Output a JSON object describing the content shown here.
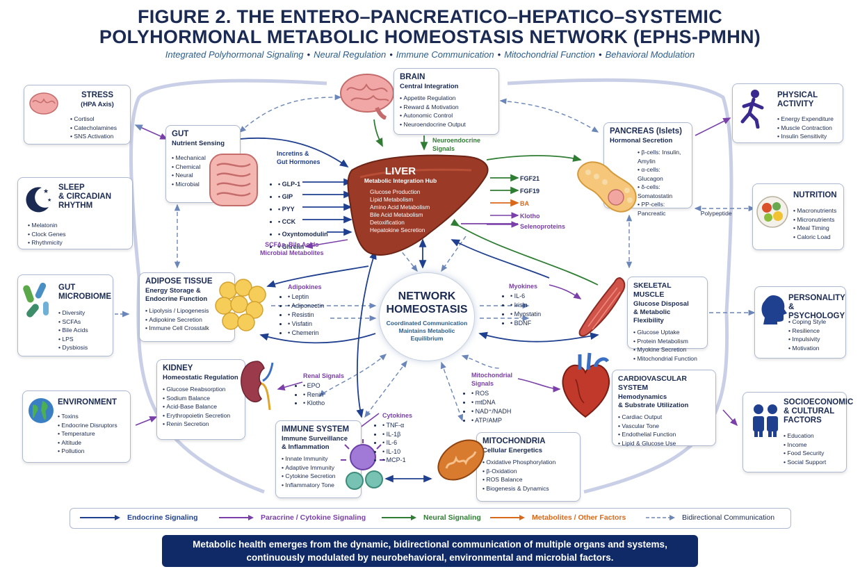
{
  "title_line1": "FIGURE 2.  THE ENTERO–PANCREATICO–HEPATICO–SYSTEMIC",
  "title_line2": "POLYHORMONAL METABOLIC HOMEOSTASIS NETWORK (EPHS-PMHN)",
  "subtitle": [
    "Integrated Polyhormonal Signaling",
    "Neural Regulation",
    "Immune Communication",
    "Mitochondrial Function",
    "Behavioral Modulation"
  ],
  "colors": {
    "endocrine": "#1f3f8f",
    "paracrine": "#7a3fa8",
    "neural": "#2e7d32",
    "metabolites": "#d9691a",
    "bidirectional": "#6b86b8",
    "footer_bg": "#0f2a66"
  },
  "brain": {
    "title": "BRAIN",
    "sub": "Central Integration",
    "items": [
      "Appetite Regulation",
      "Reward & Motivation",
      "Autonomic Control",
      "Neuroendocrine Output"
    ]
  },
  "stress": {
    "title": "STRESS",
    "sub": "(HPA Axis)",
    "items": [
      "Cortisol",
      "Catecholamines",
      "SNS Activation"
    ]
  },
  "gut": {
    "title": "GUT",
    "sub": "Nutrient Sensing",
    "items": [
      "Mechanical",
      "Chemical",
      "Neural",
      "Microbial"
    ]
  },
  "sleep": {
    "title": "SLEEP\n& CIRCADIAN\nRHYTHM",
    "items": [
      "Melatonin",
      "Clock Genes",
      "Rhythmicity"
    ]
  },
  "microbiome": {
    "title": "GUT\nMICROBIOME",
    "items": [
      "Diversity",
      "SCFAs",
      "Bile Acids",
      "LPS",
      "Dysbiosis"
    ]
  },
  "environment": {
    "title": "ENVIRONMENT",
    "items": [
      "Toxins",
      "Endocrine Disruptors",
      "Temperature",
      "Altitude",
      "Pollution"
    ]
  },
  "adipose": {
    "title": "ADIPOSE TISSUE",
    "sub": "Energy Storage &\nEndocrine Function",
    "items": [
      "Lipolysis / Lipogenesis",
      "Adipokine Secretion",
      "Immune Cell Crosstalk"
    ]
  },
  "kidney": {
    "title": "KIDNEY",
    "sub": "Homeostatic Regulation",
    "items": [
      "Glucose Reabsorption",
      "Sodium Balance",
      "Acid-Base Balance",
      "Erythropoietin Secretion",
      "Renin Secretion"
    ]
  },
  "immune": {
    "title": "IMMUNE SYSTEM",
    "sub": "Immune Surveillance\n& Inflammation",
    "items": [
      "Innate Immunity",
      "Adaptive Immunity",
      "Cytokine Secretion",
      "Inflammatory Tone"
    ]
  },
  "mito": {
    "title": "MITOCHONDRIA",
    "sub": "Cellular Energetics",
    "items": [
      "Oxidative Phosphorylation",
      "β-Oxidation",
      "ROS Balance",
      "Biogenesis & Dynamics"
    ]
  },
  "cardio": {
    "title": "CARDIOVASCULAR SYSTEM",
    "sub": "Hemodynamics\n& Substrate Utilization",
    "items": [
      "Cardiac Output",
      "Vascular Tone",
      "Endothelial Function",
      "Lipid & Glucose Use"
    ]
  },
  "muscle": {
    "title": "SKELETAL MUSCLE",
    "sub": "Glucose Disposal\n& Metabolic Flexibility",
    "items": [
      "Glucose Uptake",
      "Protein Metabolism",
      "Myokine Secretion",
      "Mitochondrial Function"
    ]
  },
  "pancreas": {
    "title": "PANCREAS (Islets)",
    "sub": "Hormonal Secretion",
    "items": [
      "β-cells: Insulin, Amylin",
      "α-cells: Glucagon",
      "δ-cells: Somatostatin",
      "PP-cells: Pancreatic                     Polypeptide"
    ]
  },
  "activity": {
    "title": "PHYSICAL\nACTIVITY",
    "items": [
      "Energy Expenditure",
      "Muscle Contraction",
      "Insulin Sensitivity"
    ]
  },
  "nutrition": {
    "title": "NUTRITION",
    "items": [
      "Macronutrients",
      "Micronutrients",
      "Meal Timing",
      "Caloric Load"
    ]
  },
  "personality": {
    "title": "PERSONALITY\n& PSYCHOLOGY",
    "items": [
      "Coping Style",
      "Resilience",
      "Impulsivity",
      "Motivation"
    ]
  },
  "socio": {
    "title": "SOCIOECONOMIC\n& CULTURAL\nFACTORS",
    "items": [
      "Education",
      "Income",
      "Food Security",
      "Social Support"
    ]
  },
  "liver": {
    "title": "LIVER",
    "sub": "Metabolic Integration Hub",
    "items": [
      "Glucose Production",
      "Lipid Metabolism",
      "Amino Acid Metabolism",
      "Bile Acid Metabolism",
      "Detoxification",
      "Hepatokine Secretion"
    ]
  },
  "center": {
    "title": "NETWORK\nHOMEOSTASIS",
    "sub": "Coordinated Communication\nMaintains Metabolic\nEquilibrium"
  },
  "incretins": {
    "title": "Incretins &\nGut Hormones",
    "items": [
      "GLP-1",
      "GIP",
      "PYY",
      "CCK",
      "Oxyntomodulin",
      "Ghrelin"
    ]
  },
  "scfa": "SCFAs, Bile Acids\nMicrobial Metabolites",
  "neuroendocrine": "Neuroendocrine\nSignals",
  "liver_out": [
    "FGF21",
    "FGF19",
    "BA",
    "Klotho",
    "Selenoproteins"
  ],
  "adipokines": {
    "title": "Adipokines",
    "items": [
      "Leptin",
      "Adiponectin",
      "Resistin",
      "Visfatin",
      "Chemerin"
    ]
  },
  "myokines": {
    "title": "Myokines",
    "items": [
      "IL-6",
      "Irisin",
      "Myostatin",
      "BDNF"
    ]
  },
  "renal": {
    "title": "Renal Signals",
    "items": [
      "EPO",
      "Renin",
      "Klotho"
    ]
  },
  "cytokines": {
    "title": "Cytokines",
    "items": [
      "TNF-α",
      "IL-1β",
      "IL-6",
      "IL-10",
      "MCP-1"
    ]
  },
  "mitosig": {
    "title": "Mitochondrial\nSignals",
    "items": [
      "ROS",
      "mtDNA",
      "NAD⁺/NADH",
      "ATP/AMP"
    ]
  },
  "legend": [
    "Endocrine Signaling",
    "Paracrine / Cytokine Signaling",
    "Neural Signaling",
    "Metabolites / Other Factors",
    "Bidirectional Communication"
  ],
  "footer": "Metabolic health emerges from the dynamic, bidirectional communication of multiple organs and systems,\ncontinuously modulated by neurobehavioral, environmental and microbial factors."
}
